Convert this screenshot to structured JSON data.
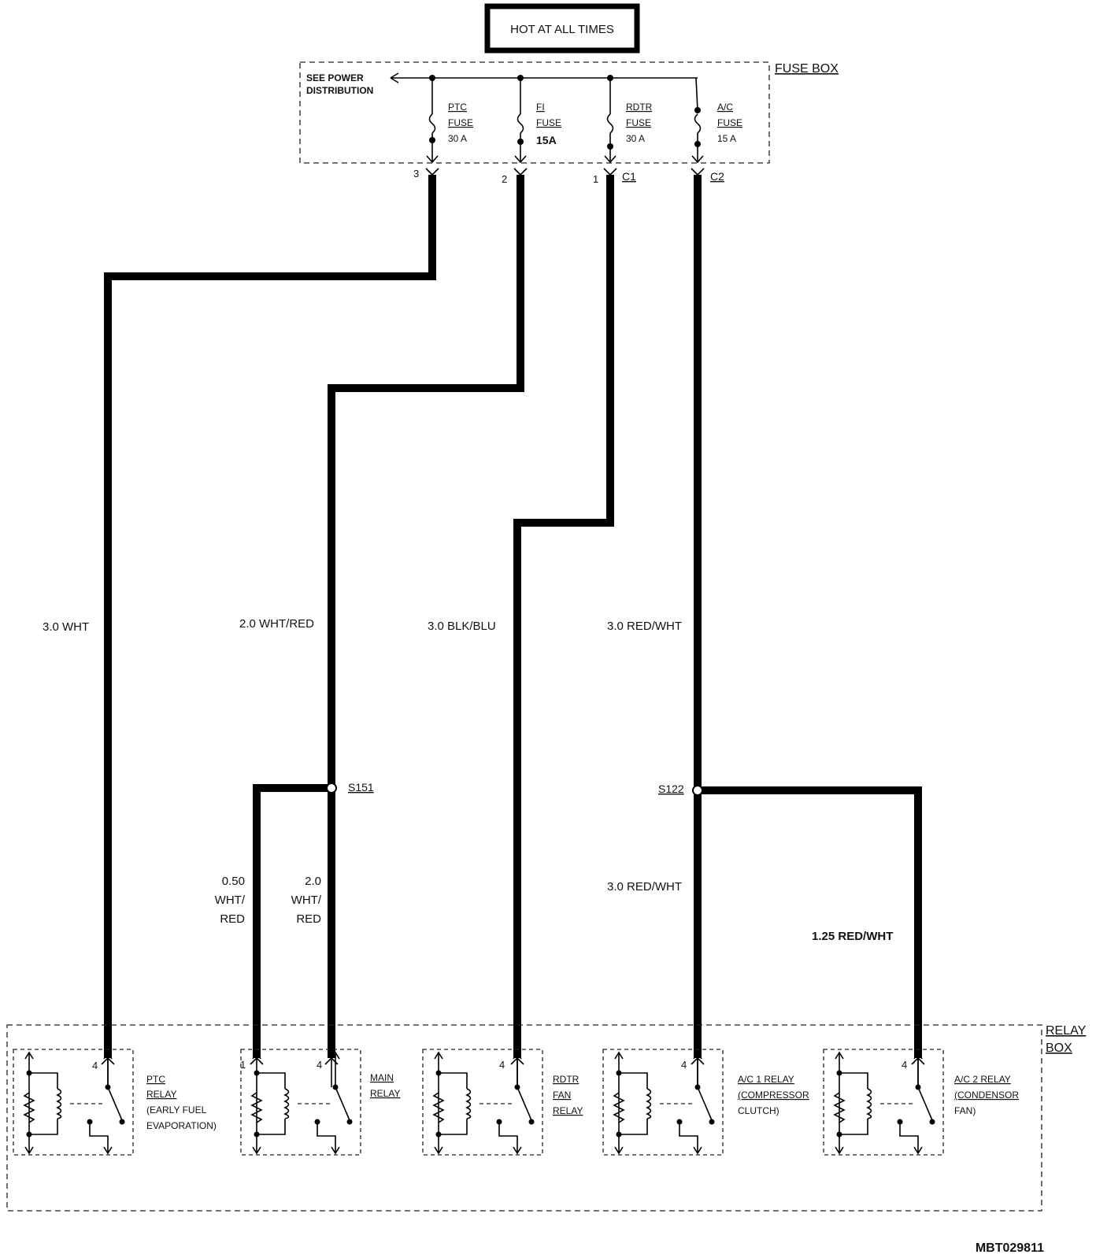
{
  "header": {
    "hot_label": "HOT AT ALL TIMES"
  },
  "fuse_box": {
    "label": "FUSE BOX",
    "see_power": [
      "SEE POWER",
      "DISTRIBUTION"
    ],
    "fuses": [
      {
        "name": "PTC",
        "word": "FUSE",
        "rating": "30 A",
        "pin": "3"
      },
      {
        "name": "FI",
        "word": "FUSE",
        "rating": "15A",
        "pin": "2"
      },
      {
        "name": "RDTR",
        "word": "FUSE",
        "rating": "30 A",
        "pin": "1",
        "connector": "C1"
      },
      {
        "name": "A/C",
        "word": "FUSE",
        "rating": "15 A",
        "connector": "C2"
      }
    ]
  },
  "wires": {
    "ptc": "3.0 WHT",
    "fi": "2.0 WHT/RED",
    "rdtr": "3.0 BLK/BLU",
    "ac": "3.0 RED/WHT",
    "ac_lower": "3.0 RED/WHT",
    "ac2": "1.25 RED/WHT",
    "main_pin1": [
      "0.50",
      "WHT/",
      "RED"
    ],
    "main_pin4": [
      "2.0",
      "WHT/",
      "RED"
    ]
  },
  "splices": {
    "s151": "S151",
    "s122": "S122"
  },
  "relay_box": {
    "label": [
      "RELAY",
      "BOX"
    ],
    "relays": [
      {
        "id": "ptc",
        "lines": [
          "PTC",
          "RELAY",
          "(EARLY FUEL",
          "EVAPORATION)"
        ],
        "pin": "4"
      },
      {
        "id": "main",
        "lines": [
          "MAIN",
          "RELAY"
        ],
        "pin1": "1",
        "pin": "4"
      },
      {
        "id": "rdtr",
        "lines": [
          "RDTR",
          "FAN",
          "RELAY"
        ],
        "pin": "4"
      },
      {
        "id": "ac1",
        "lines": [
          "A/C 1 RELAY",
          "(COMPRESSOR",
          "CLUTCH)"
        ],
        "pin": "4"
      },
      {
        "id": "ac2",
        "lines": [
          "A/C 2 RELAY",
          "(CONDENSOR",
          "FAN)"
        ],
        "pin": "4"
      }
    ]
  },
  "doc_id": "MBT029811"
}
